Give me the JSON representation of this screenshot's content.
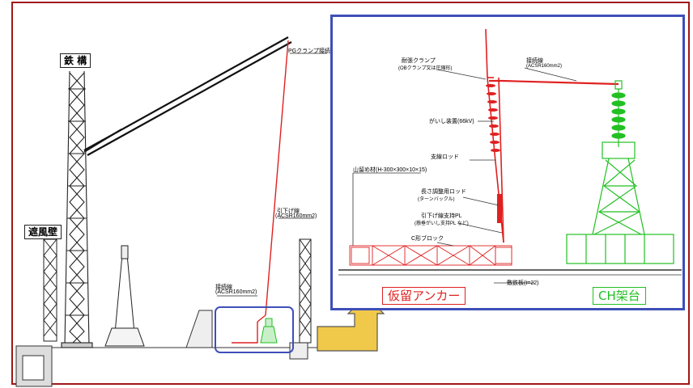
{
  "labels": {
    "tower": "鉄 構",
    "windshield": "遮風壁",
    "pg_clamp": "PGクランプ接続",
    "downlead": "引下げ線",
    "downlead_spec": "(ACSR160mm2)",
    "jumper_left": "接続線",
    "jumper_left_spec": "(ACSR160mm2)"
  },
  "inset": {
    "strain_clamp": "耐張クランプ",
    "strain_clamp_note": "(OBクランプ又は圧縮形)",
    "jumper": "接続線",
    "jumper_spec": "(ACSR160mm2)",
    "insulator": "がいし装置(66kV)",
    "support_rod": "支線ロッド",
    "steel_h": "山留め材(H-300×300×10×15)",
    "length_rod": "長さ調整用ロッド",
    "length_rod_note": "(ターンバックル)",
    "support_pl": "引下げ線支持PL",
    "support_pl_note": "(懸垂がいし支持PL など)",
    "c_block": "C形ブロック",
    "plate": "敷鉄板(t=22)",
    "anchor_title": "仮留アンカー",
    "ch_title": "CH架台"
  },
  "colors": {
    "frame": "#a01818",
    "inset_border": "#3e4fb8",
    "conductor": "#e02020",
    "ch_stand": "#22c022",
    "arrow": "#f0c84a"
  }
}
